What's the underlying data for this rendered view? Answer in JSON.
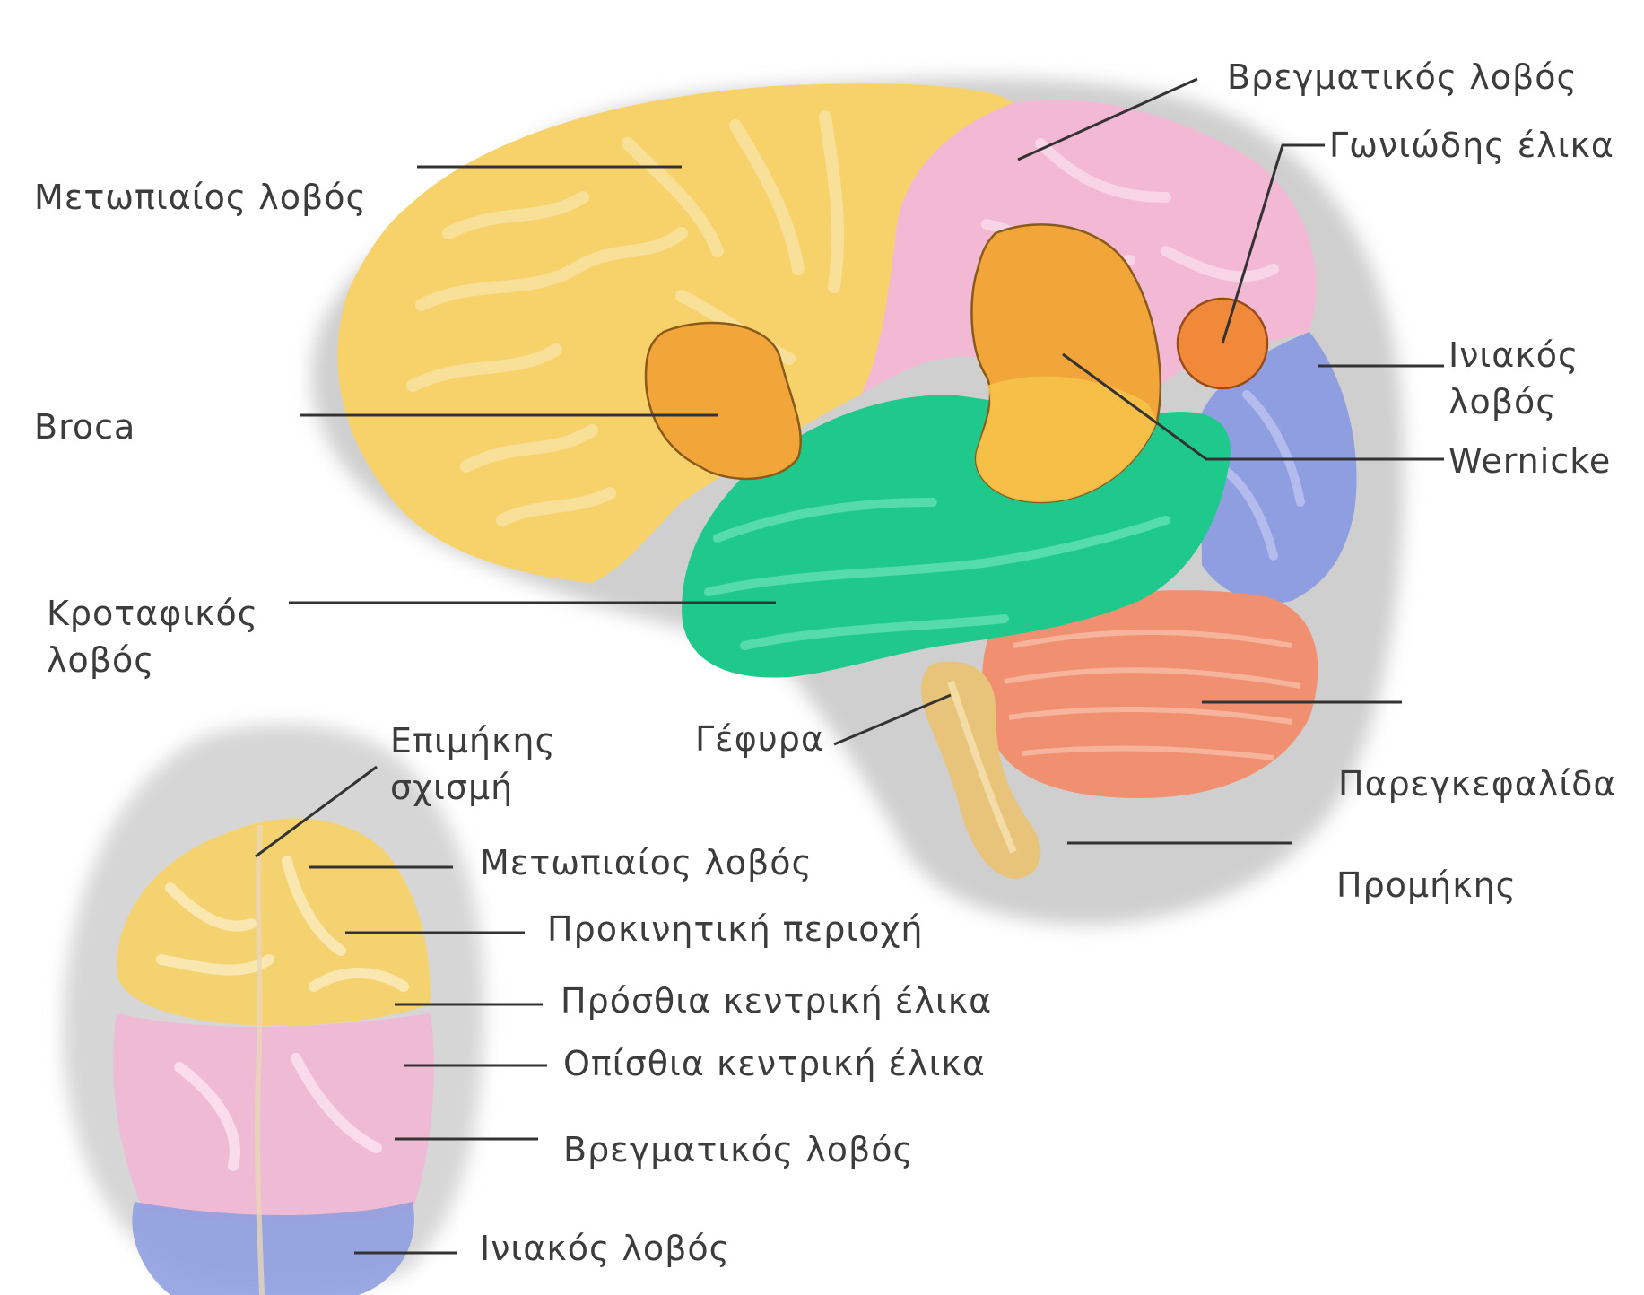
{
  "labels": {
    "lateral": {
      "frontal_lobe": "Μετωπιαίος λοβός",
      "broca": "Broca",
      "temporal_lobe": "Κροταφικός\nλοβός",
      "parietal_lobe": "Βρεγματικός λοβός",
      "angular_gyrus": "Γωνιώδης έλικα",
      "occipital_lobe": "Ινιακός\nλοβός",
      "wernicke": "Wernicke",
      "pons": "Γέφυρα",
      "cerebellum": "Παρεγκεφαλίδα",
      "medulla": "Προμήκης"
    },
    "top": {
      "longitudinal_fissure": "Επιμήκης\nσχισμή",
      "frontal_lobe": "Μετωπιαίος λοβός",
      "premotor_area": "Προκινητική περιοχή",
      "precentral_gyrus": "Πρόσθια κεντρική έλικα",
      "postcentral_gyrus": "Οπίσθια κεντρική έλικα",
      "parietal_lobe": "Βρεγματικός λοβός",
      "occipital_lobe": "Ινιακός λοβός"
    }
  },
  "colors": {
    "frontal": "#f7d26a",
    "parietal": "#f2b8d4",
    "occipital": "#8f9ee0",
    "temporal": "#1fc98c",
    "broca_wernicke": "#f2a63a",
    "angular": "#f08a3a",
    "cerebellum": "#f09070",
    "brainstem": "#e8c47a",
    "shadow": "#c8c8c8",
    "leader": "#333333"
  }
}
